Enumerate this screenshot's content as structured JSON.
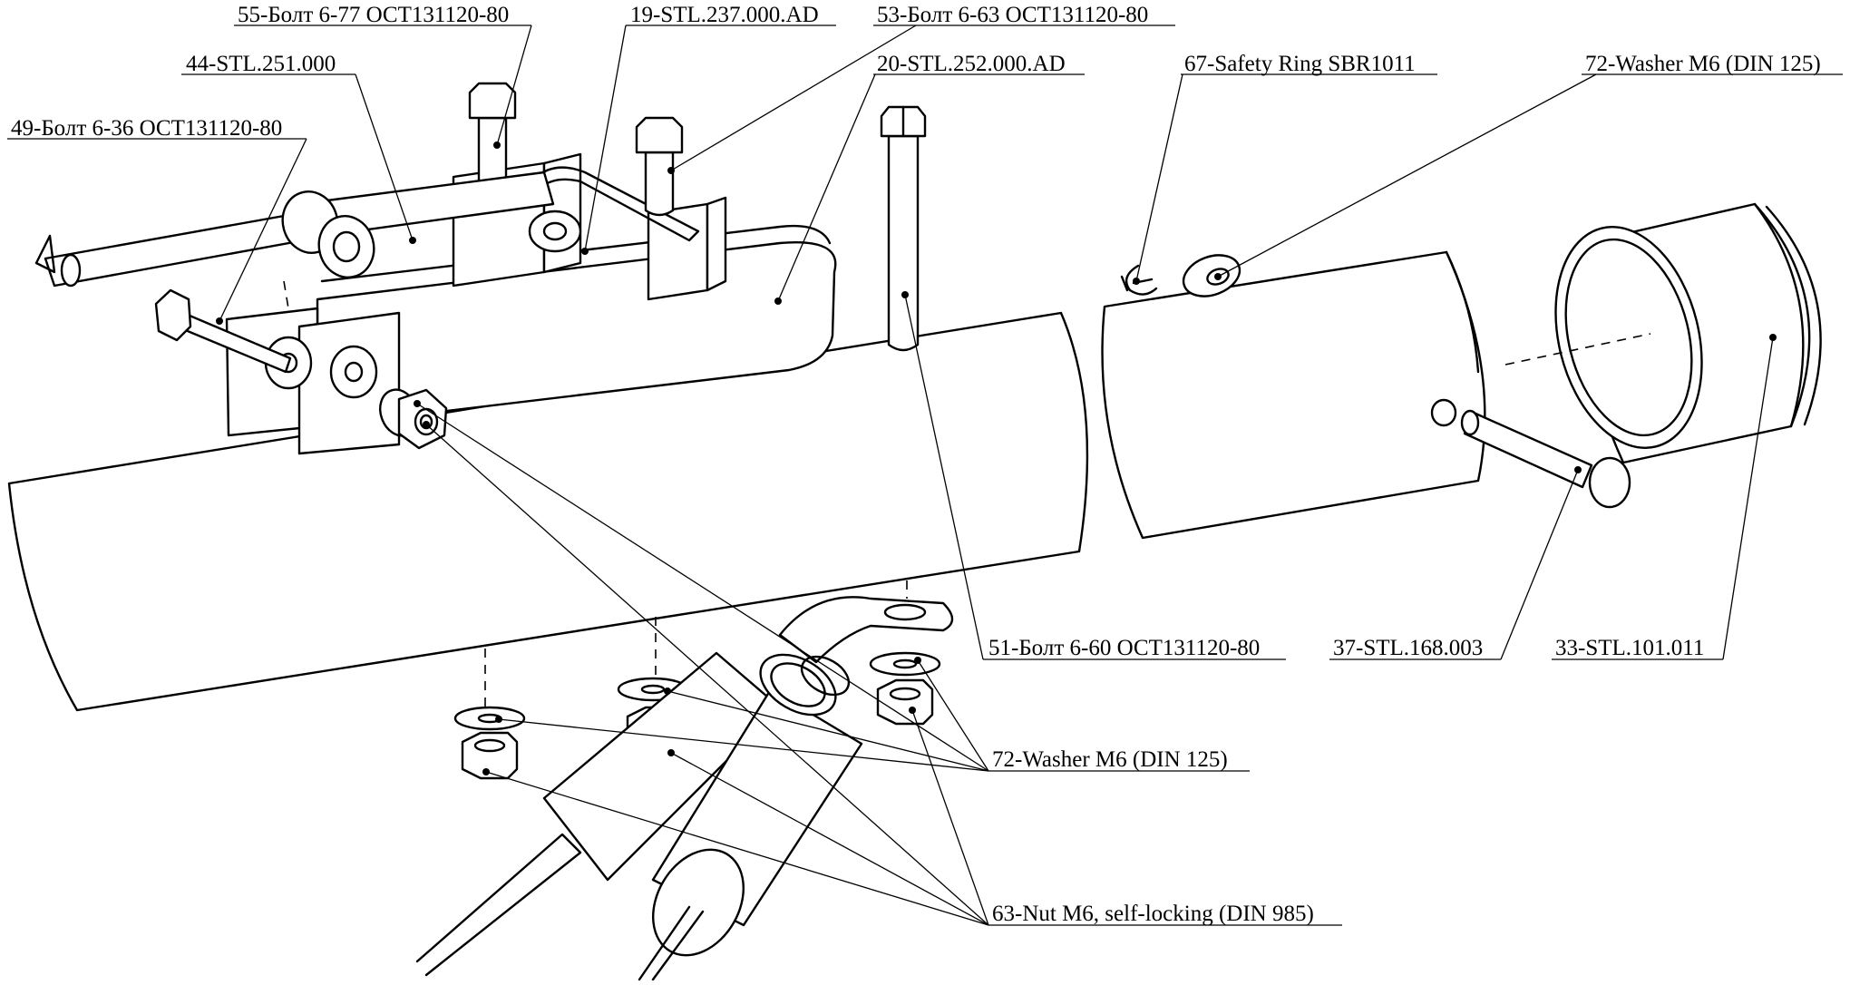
{
  "labels": {
    "l55": "55-Болт 6-77 ОСТ131120-80",
    "l19": "19-STL.237.000.AD",
    "l53": "53-Болт 6-63 ОСТ131120-80",
    "l44": "44-STL.251.000",
    "l20": "20-STL.252.000.AD",
    "l67": "67-Safety Ring SBR1011",
    "l72a": "72-Washer M6 (DIN 125)",
    "l49": "49-Болт 6-36 ОСТ131120-80",
    "l51": "51-Болт 6-60 ОСТ131120-80",
    "l37": "37-STL.168.003",
    "l33": "33-STL.101.011",
    "l72b": "72-Washer M6 (DIN 125)",
    "l63": "63-Nut M6, self-locking (DIN 985)"
  }
}
